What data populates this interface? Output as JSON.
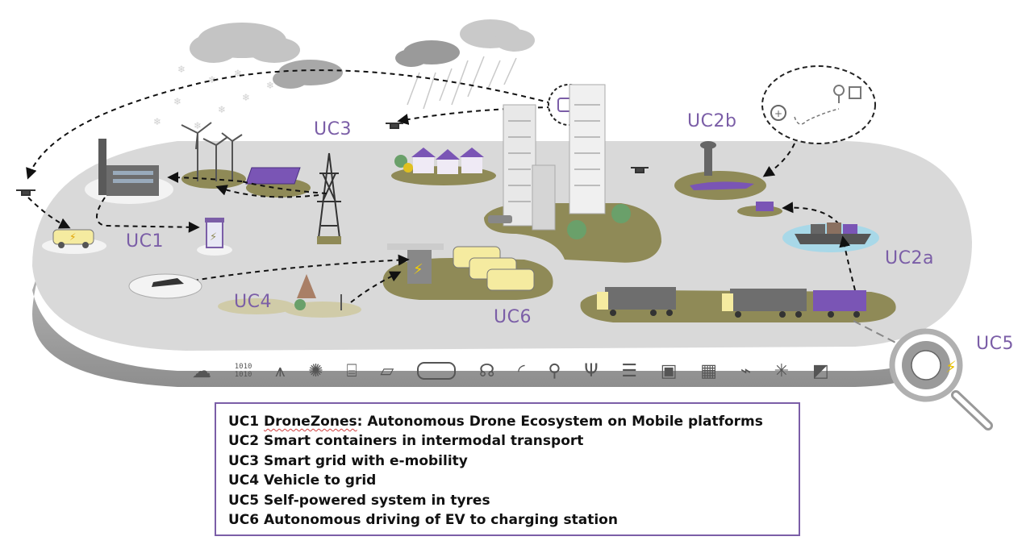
{
  "labels": {
    "uc1": "UC1",
    "uc2a": "UC2a",
    "uc2b": "UC2b",
    "uc3": "UC3",
    "uc4": "UC4",
    "uc5": "UC5",
    "uc6": "UC6"
  },
  "legend": {
    "items": [
      {
        "code": "UC1",
        "name_main": "DroneZones",
        "rest": ": Autonomous Drone Ecosystem on Mobile platforms"
      },
      {
        "text": "UC2 Smart containers in intermodal transport"
      },
      {
        "text": "UC3 Smart grid with e-mobility"
      },
      {
        "text": "UC4 Vehicle to grid"
      },
      {
        "text": "UC5 Self-powered system in tyres"
      },
      {
        "text": "UC6 Autonomous driving of EV to charging station"
      }
    ]
  },
  "technology_icons": [
    "cloud-computing-icon",
    "binary-data-icon",
    "radio-tower-icon",
    "iot-network-icon",
    "router-icon",
    "map-icon",
    "vr-headset-icon",
    "ai-brain-icon",
    "wireless-signal-icon",
    "location-pin-icon",
    "usb-icon",
    "server-rack-icon",
    "microchip-icon",
    "solar-panel-icon",
    "charging-cable-icon",
    "antenna-icon",
    "surveillance-camera-icon"
  ],
  "colors": {
    "accent_purple": "#7b5ea7",
    "ground": "#d9d9d9",
    "platform_side": "#a7a7a7",
    "grass_patch": "#8f8a57",
    "vehicle_yellow": "#f5eba0",
    "water_blue": "#a8d8e8"
  }
}
